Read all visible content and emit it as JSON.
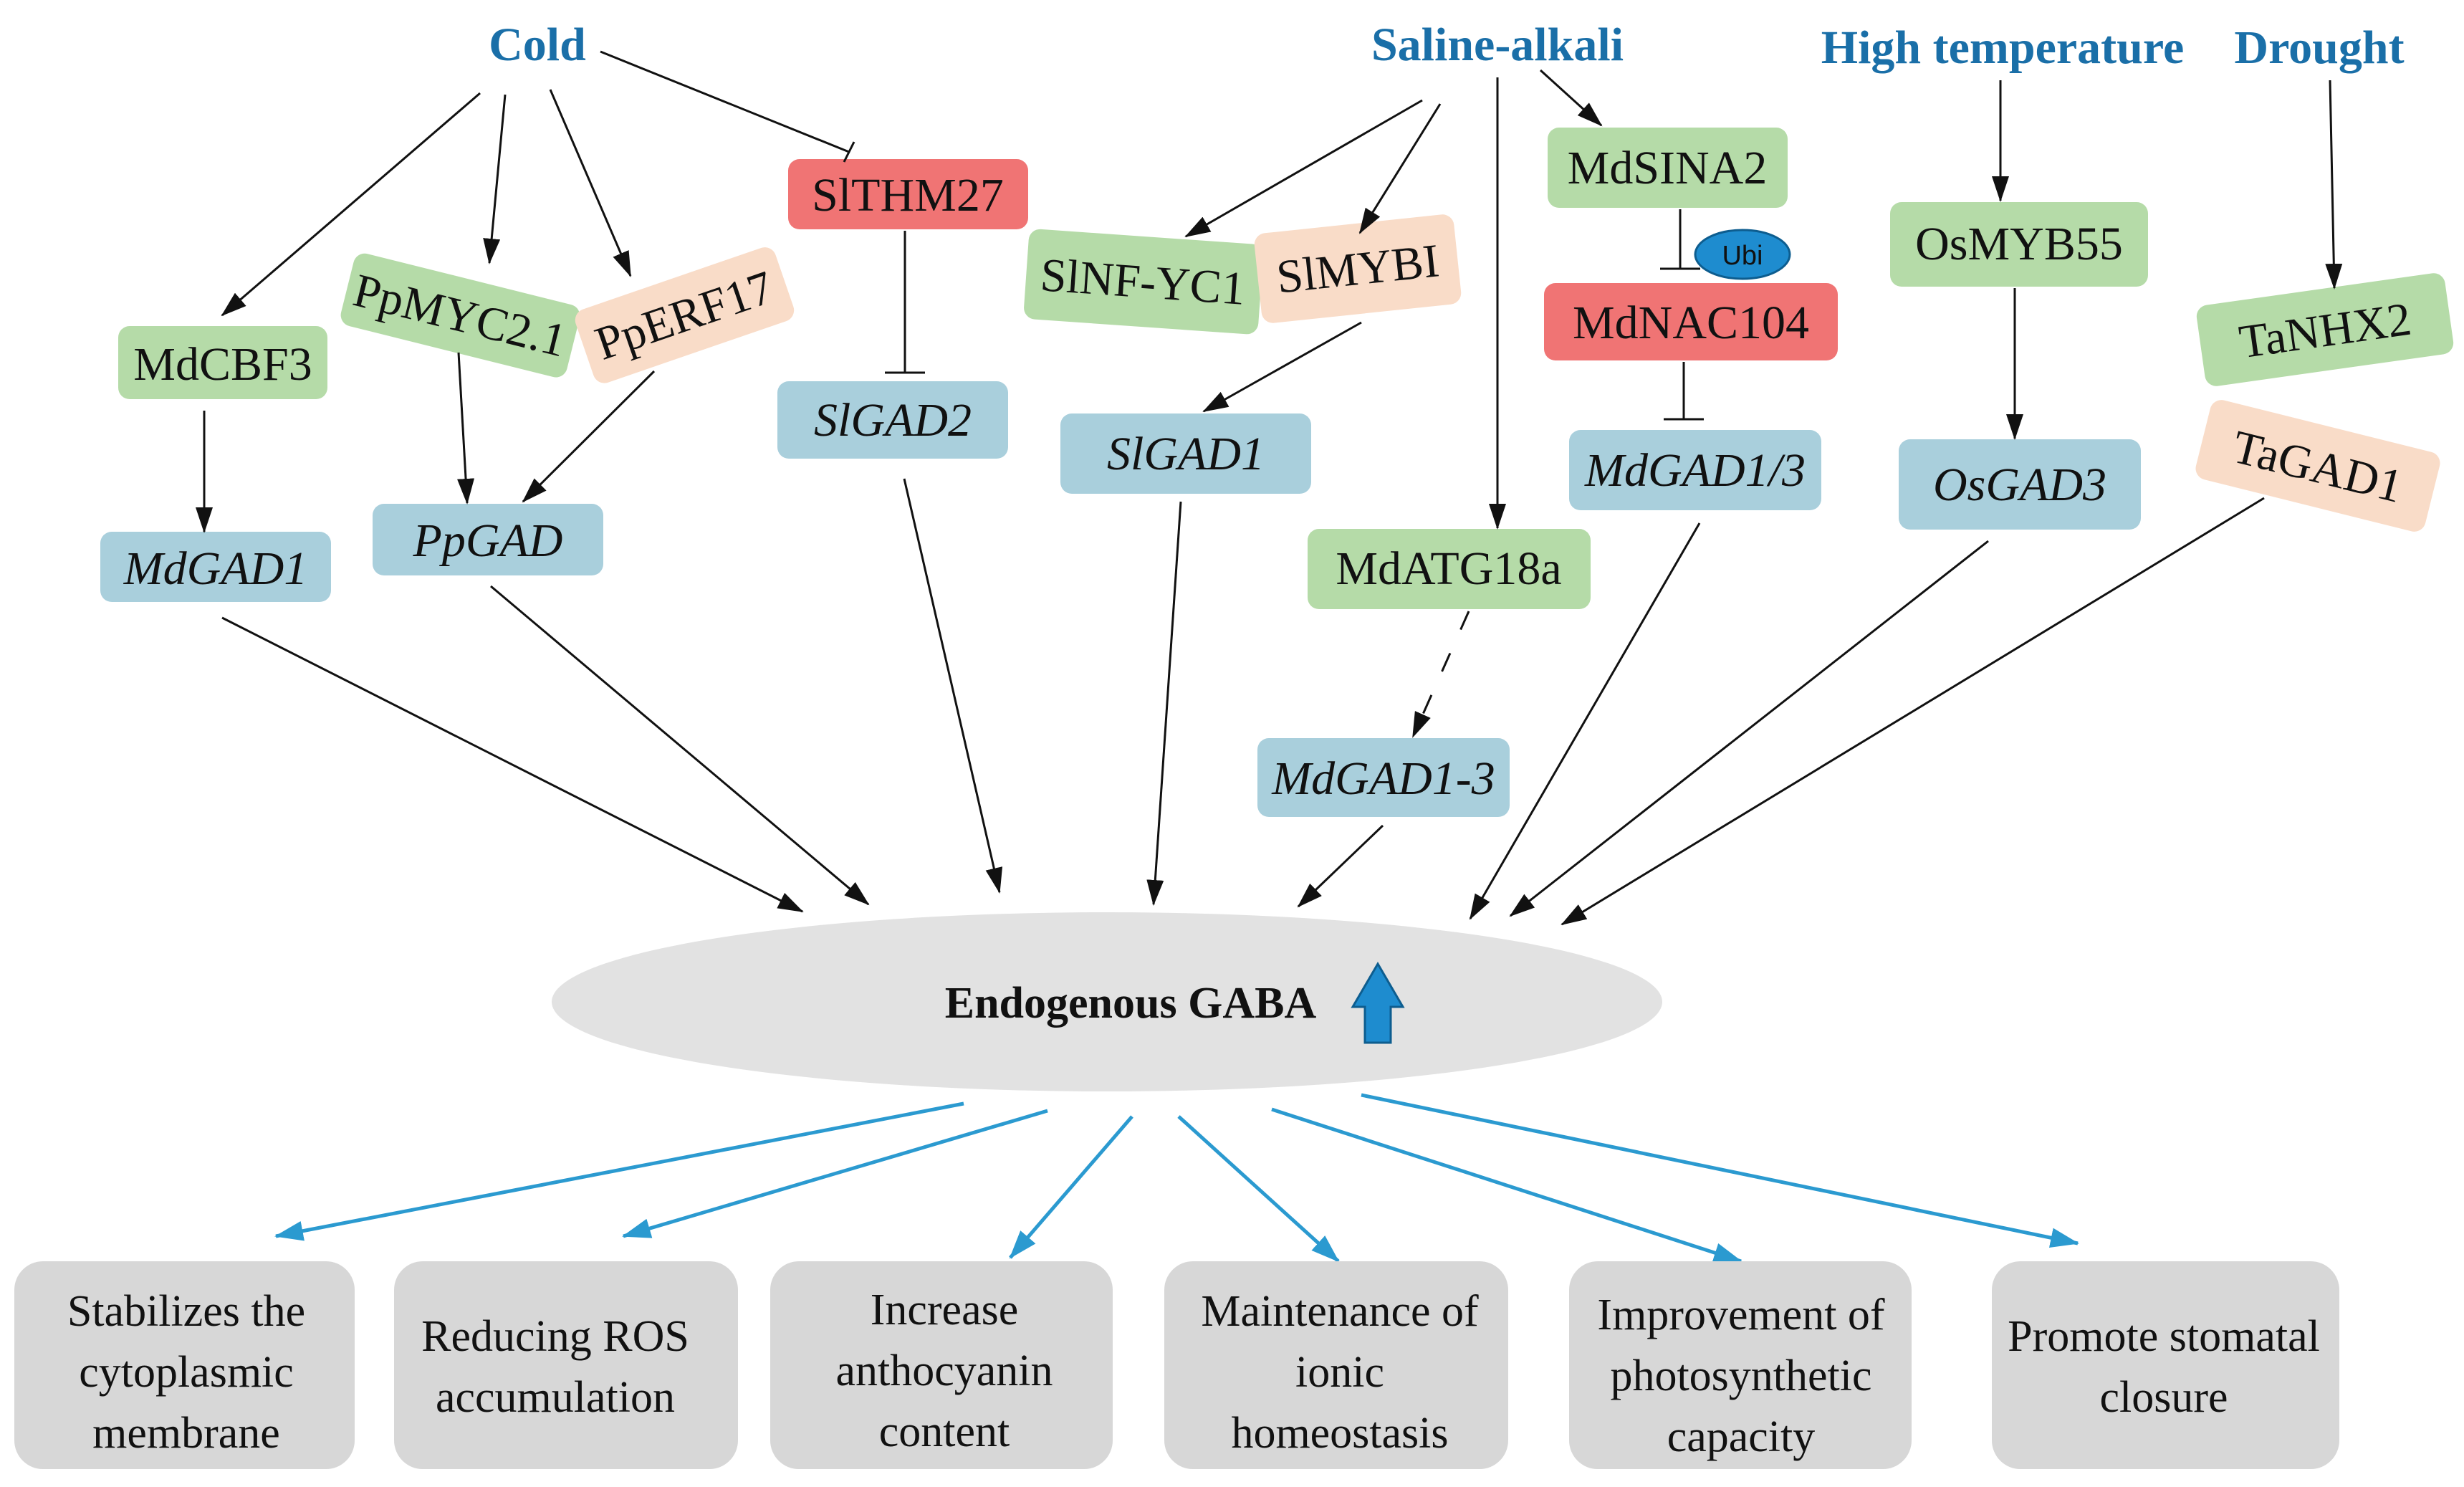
{
  "stresses": {
    "cold": "Cold",
    "saline_alkali": "Saline-alkali",
    "high_temperature": "High temperature",
    "drought": "Drought"
  },
  "genes": {
    "MdCBF3": "MdCBF3",
    "PpMYC2_1": "PpMYC2.1",
    "PpERF17": "PpERF17",
    "SlTHM27": "SlTHM27",
    "SlNF_YC1": "SlNF-YC1",
    "SlMYBI": "SlMYBI",
    "MdSINA2": "MdSINA2",
    "Ubi": "Ubi",
    "MdNAC104": "MdNAC104",
    "OsMYB55": "OsMYB55",
    "TaNHX2": "TaNHX2",
    "TaGAD1": "TaGAD1",
    "MdGAD1": "MdGAD1",
    "PpGAD": "PpGAD",
    "SlGAD2": "SlGAD2",
    "SlGAD1": "SlGAD1",
    "MdGAD1_3_slash": "MdGAD1/3",
    "MdATG18a": "MdATG18a",
    "MdGAD1_3_dash": "MdGAD1-3",
    "OsGAD3": "OsGAD3"
  },
  "center": {
    "label": "Endogenous GABA"
  },
  "effects": [
    {
      "lines": [
        "Stabilizes the",
        "cytoplasmic",
        "membrane"
      ]
    },
    {
      "lines": [
        "Reducing ROS",
        "accumulation"
      ]
    },
    {
      "lines": [
        "Increase",
        "anthocyanin",
        "content"
      ]
    },
    {
      "lines": [
        "Maintenance of",
        "ionic",
        "homeostasis"
      ]
    },
    {
      "lines": [
        "Improvement of",
        "photosynthetic",
        "capacity"
      ]
    },
    {
      "lines": [
        "Promote stomatal",
        "closure"
      ]
    }
  ],
  "colors": {
    "stress_text": "#1a6fa8",
    "positive_regulator": "#b5dba8",
    "negative_regulator": "#f07474",
    "other_regulator": "#f9dcc8",
    "gad_gene": "#a9cfdc",
    "effect_box": "#d7d7d7",
    "center_ellipse": "#e2e2e2",
    "effect_arrow": "#2b9ad0"
  }
}
